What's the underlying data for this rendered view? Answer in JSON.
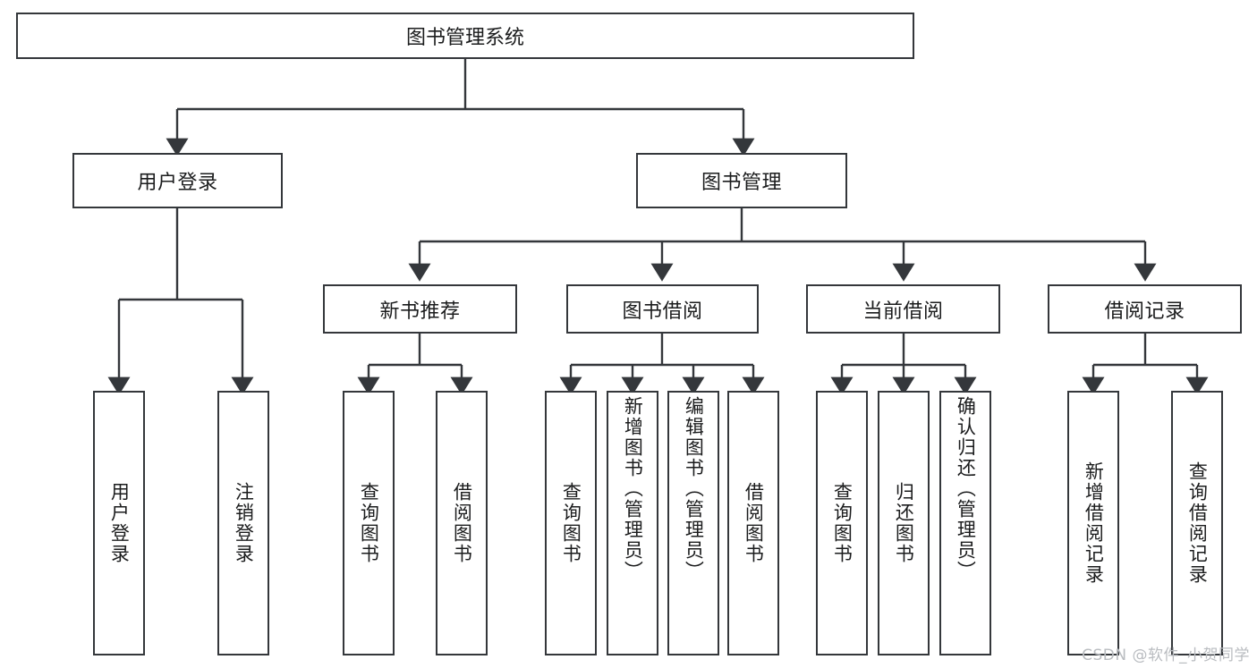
{
  "diagram": {
    "title": "图书管理系统",
    "type": "hierarchy-tree",
    "watermark": "CSDN @软件_小贺同学",
    "colors": {
      "box_border": "#34373b",
      "box_fill": "#ffffff",
      "edge": "#34373b",
      "text": "#1b1c1d",
      "watermark": "#b9bcc0",
      "background": "#ffffff"
    },
    "root": {
      "label": "图书管理系统"
    },
    "level2": [
      {
        "label": "用户登录"
      },
      {
        "label": "图书管理"
      }
    ],
    "level3": [
      {
        "label": "新书推荐"
      },
      {
        "label": "图书借阅"
      },
      {
        "label": "当前借阅"
      },
      {
        "label": "借阅记录"
      }
    ],
    "leaves": {
      "user_login": [
        {
          "label": "用户登录"
        },
        {
          "label": "注销登录"
        }
      ],
      "new_book": [
        {
          "label": "查询图书"
        },
        {
          "label": "借阅图书"
        }
      ],
      "book_borrow": [
        {
          "label": "查询图书"
        },
        {
          "label": "新增图书（管理员）"
        },
        {
          "label": "编辑图书（管理员）"
        },
        {
          "label": "借阅图书"
        }
      ],
      "current_borrow": [
        {
          "label": "查询图书"
        },
        {
          "label": "归还图书"
        },
        {
          "label": "确认归还（管理员）"
        }
      ],
      "borrow_record": [
        {
          "label": "新增借阅记录"
        },
        {
          "label": "查询借阅记录"
        }
      ]
    }
  }
}
